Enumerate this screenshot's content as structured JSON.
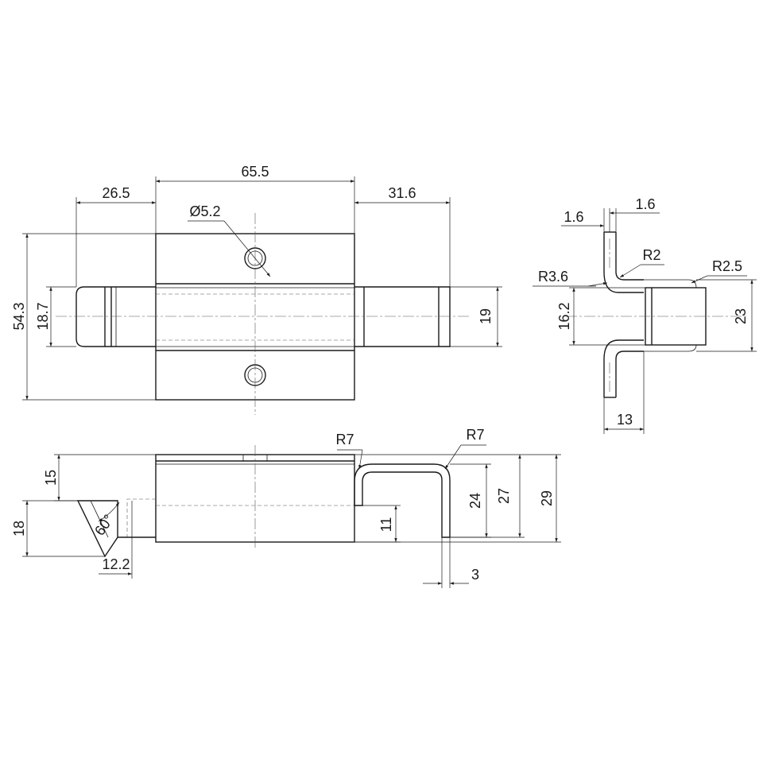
{
  "dimensions": {
    "front_overall_width": "65.5",
    "front_left_extension": "26.5",
    "front_right_extension": "31.6",
    "hole_diameter": "Ø5.2",
    "front_height": "54.3",
    "bolt_height": "18.7",
    "keeper_height_front": "19",
    "side_sheet_left": "1.6",
    "side_sheet_right": "1.6",
    "side_radius_2": "R2",
    "side_radius_3_6": "R3.6",
    "side_radius_2_5": "R2.5",
    "side_inner_height": "16.2",
    "side_outer_height": "23",
    "side_width": "13",
    "bottom_radius_left": "R7",
    "bottom_radius_right": "R7",
    "bottom_height_15": "15",
    "bottom_height_18": "18",
    "bottom_angle": "60°",
    "bottom_offset_12_2": "12.2",
    "bottom_height_11": "11",
    "bottom_height_24": "24",
    "bottom_height_27": "27",
    "bottom_height_29": "29",
    "bottom_thickness_3": "3"
  }
}
